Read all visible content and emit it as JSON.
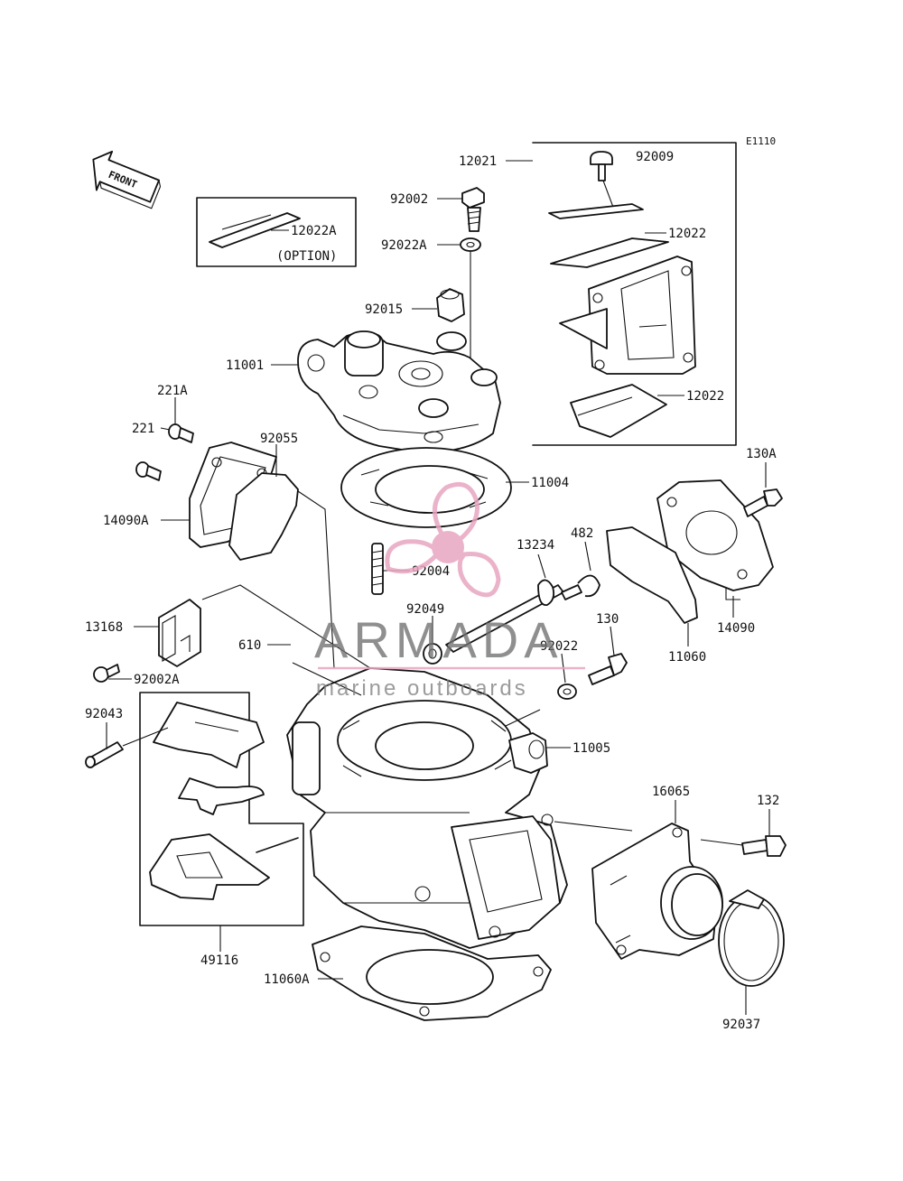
{
  "diagram_code": "E1110",
  "front_label": "FRONT",
  "option_box": {
    "part": "12022A",
    "note": "(OPTION)"
  },
  "watermark": {
    "brand": "ARMADA",
    "tagline": "marine outboards",
    "accent_color": "#e8a6c0",
    "text_color": "#707070"
  },
  "parts": [
    {
      "id": "p12021",
      "label": "12021"
    },
    {
      "id": "p92009",
      "label": "92009"
    },
    {
      "id": "p92002",
      "label": "92002"
    },
    {
      "id": "p12022a",
      "label": "12022"
    },
    {
      "id": "p92022A",
      "label": "92022A"
    },
    {
      "id": "p92015",
      "label": "92015"
    },
    {
      "id": "p11001",
      "label": "11001"
    },
    {
      "id": "p12022b",
      "label": "12022"
    },
    {
      "id": "p221A",
      "label": "221A"
    },
    {
      "id": "p221",
      "label": "221"
    },
    {
      "id": "p92055",
      "label": "92055"
    },
    {
      "id": "p14090A",
      "label": "14090A"
    },
    {
      "id": "p11004",
      "label": "11004"
    },
    {
      "id": "p130A",
      "label": "130A"
    },
    {
      "id": "p13234",
      "label": "13234"
    },
    {
      "id": "p482",
      "label": "482"
    },
    {
      "id": "p92004",
      "label": "92004"
    },
    {
      "id": "p92049",
      "label": "92049"
    },
    {
      "id": "p13168",
      "label": "13168"
    },
    {
      "id": "p14090",
      "label": "14090"
    },
    {
      "id": "p130",
      "label": "130"
    },
    {
      "id": "p610",
      "label": "610"
    },
    {
      "id": "p92022",
      "label": "92022"
    },
    {
      "id": "p11060",
      "label": "11060"
    },
    {
      "id": "p92002A",
      "label": "92002A"
    },
    {
      "id": "p92043",
      "label": "92043"
    },
    {
      "id": "p11005",
      "label": "11005"
    },
    {
      "id": "p16065",
      "label": "16065"
    },
    {
      "id": "p132",
      "label": "132"
    },
    {
      "id": "p49116",
      "label": "49116"
    },
    {
      "id": "p11060A",
      "label": "11060A"
    },
    {
      "id": "p92037",
      "label": "92037"
    }
  ]
}
